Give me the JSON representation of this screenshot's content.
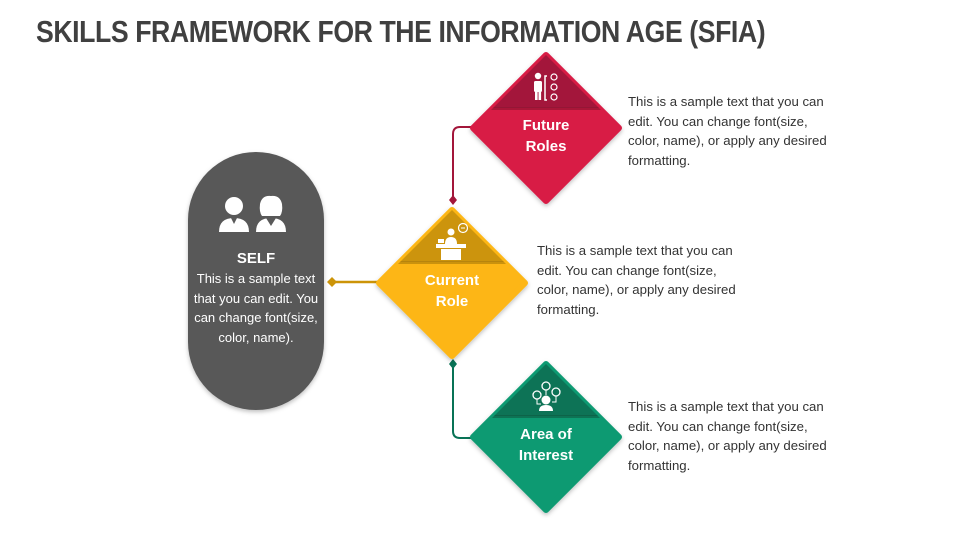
{
  "title": "SKILLS FRAMEWORK FOR THE INFORMATION AGE (SFIA)",
  "colors": {
    "title": "#404040",
    "self": "#595959",
    "future_roles": "#D81B45",
    "future_roles_dark": "#A3163A",
    "current_role": "#FDB614",
    "current_role_dark": "#CC9408",
    "area_of_interest": "#0B9A72",
    "area_of_interest_dark": "#087356",
    "text": "#333333"
  },
  "self": {
    "icon": "users-icon",
    "title": "SELF",
    "body": "This is a sample text that you can edit. You can change font(size, color, name)."
  },
  "nodes": [
    {
      "id": "future-roles",
      "label_line1": "Future",
      "label_line2": "Roles",
      "icon": "career-path-icon",
      "description": "This is a sample text that you can edit. You can change font(size, color, name), or apply any desired formatting."
    },
    {
      "id": "current-role",
      "label_line1": "Current",
      "label_line2": "Role",
      "icon": "desk-worker-icon",
      "description": "This is a sample text that you can edit. You can change font(size, color, name), or apply any desired formatting."
    },
    {
      "id": "area-of-interest",
      "label_line1": "Area of",
      "label_line2": "Interest",
      "icon": "interests-icon",
      "description": "This is a sample text that you can edit. You can change font(size, color, name), or apply any desired formatting."
    }
  ]
}
